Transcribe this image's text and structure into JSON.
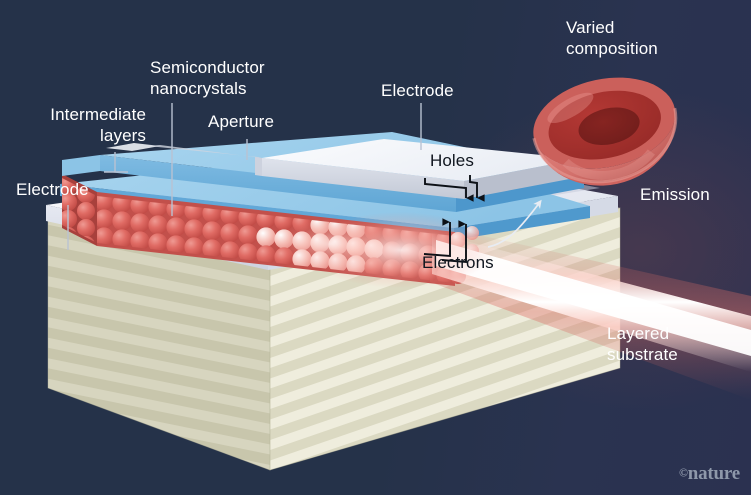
{
  "figure": {
    "title": "Semiconductor nanocrystal light-emitting device schematic",
    "credit": "nature",
    "credit_symbol": "©",
    "background_color": "#253249",
    "label_color": "#ffffff"
  },
  "labels": {
    "intermediate_layers": "Intermediate\nlayers",
    "semiconductor_nanocrystals": "Semiconductor\nnanocrystals",
    "aperture": "Aperture",
    "electrode_top": "Electrode",
    "electrode_left": "Electrode",
    "varied_composition": "Varied\ncomposition",
    "holes": "Holes",
    "electrons": "Electrons",
    "emission": "Emission",
    "layered_substrate": "Layered\nsubstrate"
  },
  "colors": {
    "background": "#253249",
    "nanocrystal_red": "#e0615c",
    "nanocrystal_red_dark": "#c24a47",
    "intermediate_blue": "#9ccdea",
    "intermediate_blue_dark": "#5ba3d6",
    "electrode_white": "#f2f4f8",
    "electrode_grey": "#c9ced9",
    "substrate_light": "#eceadb",
    "substrate_dark": "#bfbda2",
    "core_outer": "#d9706c",
    "core_middle": "#a62f2c",
    "core_inner": "#7d2220",
    "emission_beam": "#ffffff",
    "emission_glow": "#e06a62"
  },
  "structure": {
    "layers_top_to_bottom": [
      "Electrode (top, with aperture gap)",
      "Intermediate layers (blue)",
      "Semiconductor nanocrystals (red spheres)",
      "Intermediate layers (blue)",
      "Electrode (bottom)",
      "Layered substrate (striped)"
    ],
    "carrier_flow": {
      "holes": "downward into nanocrystal layer from top electrode",
      "electrons": "upward into nanocrystal layer from bottom electrode"
    },
    "nanocrystal_detail": {
      "shape": "cut-away hemisphere",
      "shells": [
        "outer shell",
        "intermediate shell",
        "core"
      ],
      "shell_count": 3
    }
  }
}
